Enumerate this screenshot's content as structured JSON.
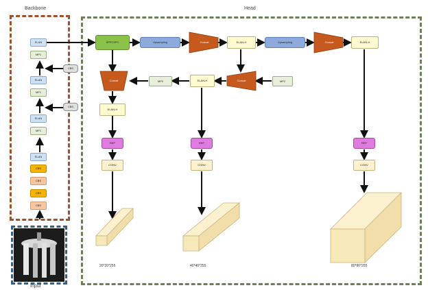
{
  "sections": {
    "backbone": "Backbone",
    "head": "Head",
    "input": "Input"
  },
  "backbone": {
    "blocks": [
      "ELAN",
      "MP1",
      "ELAN",
      "MP1",
      "ELAN",
      "MP1",
      "ELAN",
      "CBS",
      "CBS",
      "CBS",
      "CBS"
    ],
    "side_cbs": [
      "CBS",
      "CBS"
    ]
  },
  "head": {
    "sppcspc": "SPPCSPC",
    "upsampling": [
      "Upsampling",
      "Upsampling"
    ],
    "concat_labels": [
      "Concat",
      "Concat",
      "Concat",
      "Concat"
    ],
    "elanh": [
      "ELAN-H",
      "ELAN-H",
      "ELAN-H",
      "ELAN-H"
    ],
    "mp2": [
      "MP2",
      "MP2"
    ],
    "rep": [
      "REP",
      "REP",
      "REP"
    ],
    "conv": [
      "CONV",
      "CONV",
      "CONV"
    ],
    "outputs": [
      "20*20*255",
      "40*40*255",
      "80*80*255"
    ]
  },
  "colors": {
    "backbone_frame": "#a0522d",
    "head_frame": "#6e7d5a",
    "input_frame": "#3a5f7a",
    "concat": "#c65a1e",
    "cuboid": "#f6e8b8"
  }
}
